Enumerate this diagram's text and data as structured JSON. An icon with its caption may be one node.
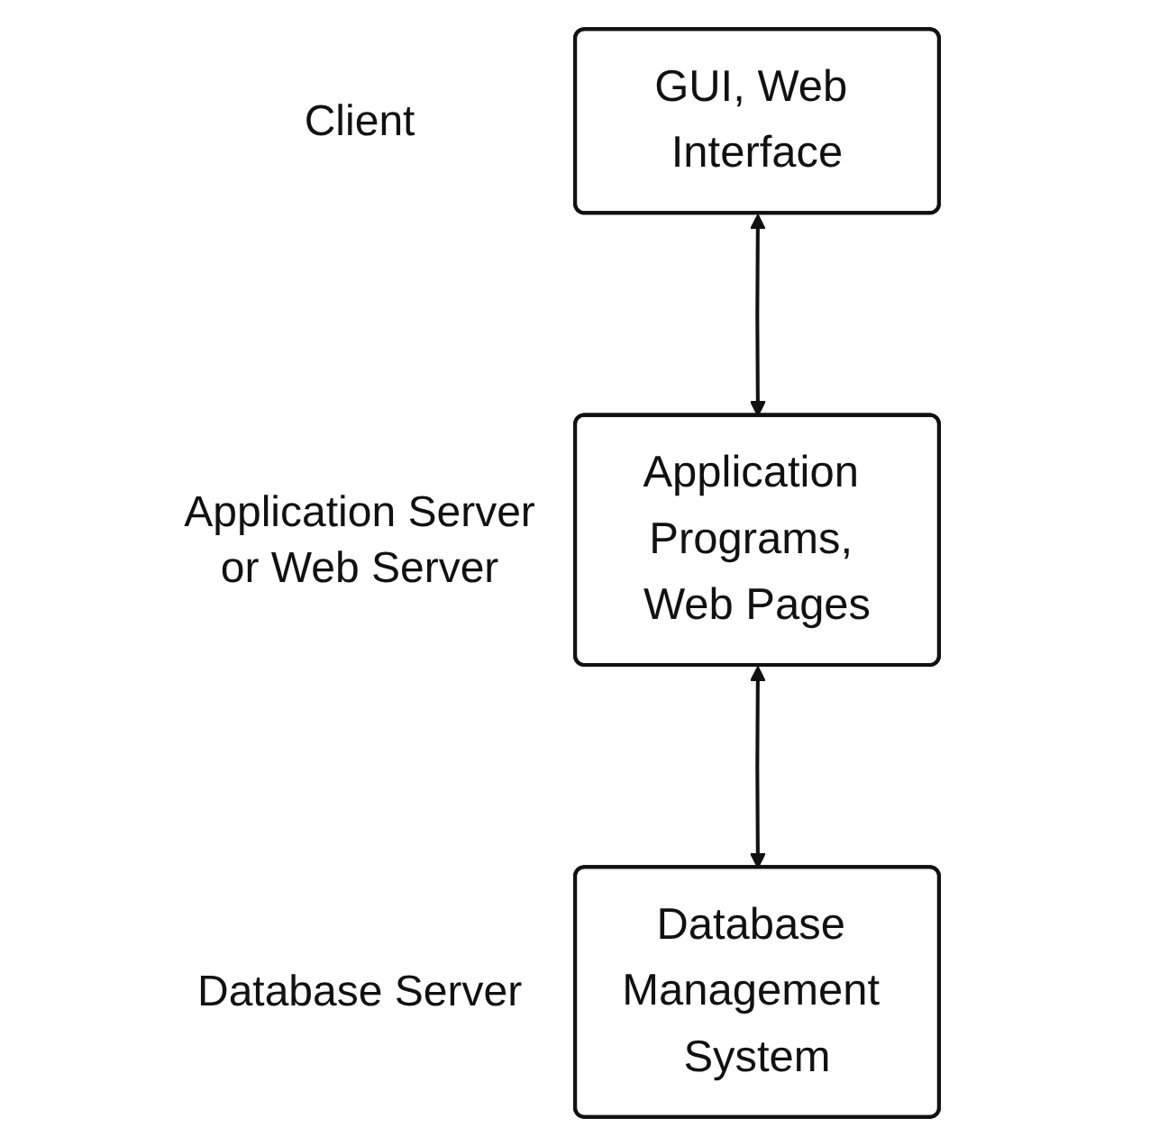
{
  "diagram": {
    "nodes": [
      {
        "text": [
          "GUI, Web Interface"
        ],
        "beside": [
          "Client"
        ]
      },
      {
        "text": [
          "Application Programs, Web Pages"
        ],
        "beside": [
          "Application Server or Web Server"
        ]
      },
      {
        "text": [
          "Database Management System"
        ],
        "beside": [
          "Database Server"
        ]
      }
    ],
    "edges": [
      {
        "from": 0,
        "to": 1,
        "arrow": "both"
      },
      {
        "from": 1,
        "to": 2,
        "arrow": "both"
      }
    ]
  }
}
